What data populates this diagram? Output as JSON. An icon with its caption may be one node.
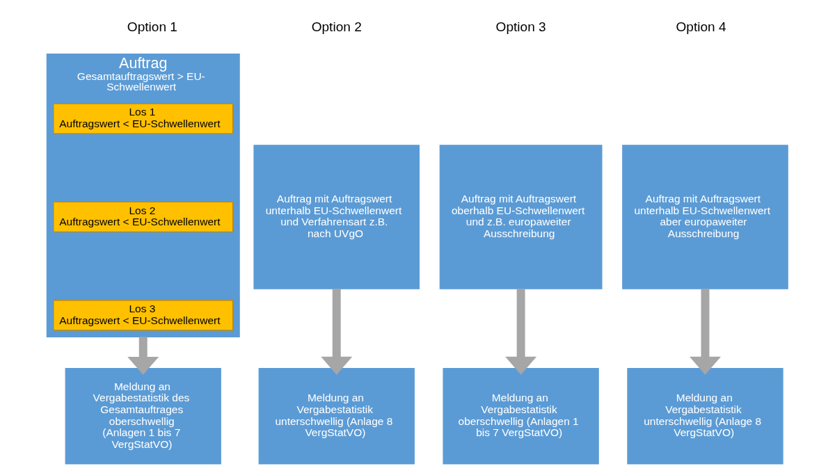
{
  "diagram": {
    "nodes": [
      {
        "text": [
          "Auftrag",
          "Gesamtauftragswert > EU-Schwellenwert"
        ]
      },
      {
        "text": [
          "Los 1",
          "Auftragswert < EU-Schwellenwert"
        ],
        "in": 0
      },
      {
        "text": [
          "Los 2",
          "Auftragswert < EU-Schwellenwert"
        ],
        "in": 0
      },
      {
        "text": [
          "Los 3",
          "Auftragswert < EU-Schwellenwert"
        ],
        "in": 0
      },
      {
        "text": [
          "Auftrag mit Auftragswert unterhalb EU-Schwellenwert und Verfahrensart z.B. nach UVgO"
        ]
      },
      {
        "text": [
          "Auftrag mit Auftragswert oberhalb EU-Schwellenwert und z.B. europaweiter Ausschreibung"
        ]
      },
      {
        "text": [
          "Auftrag mit Auftragswert unterhalb EU-Schwellenwert aber europaweiter Ausschreibung"
        ]
      },
      {
        "text": [
          "Meldung an Vergabestatistik des Gesamtauftrages oberschwellig",
          "(Anlagen 1 bis 7 VergStatVO)"
        ]
      },
      {
        "text": [
          "Meldung an Vergabestatistik unterschwellig (Anlage 8 VergStatVO)"
        ]
      },
      {
        "text": [
          "Meldung an Vergabestatistik oberschwellig (Anlagen 1 bis 7 VergStatVO)"
        ]
      },
      {
        "text": [
          "Meldung an Vergabestatistik unterschwellig (Anlage 8 VergStatVO)"
        ]
      }
    ],
    "edges": [
      {
        "from": 0,
        "to": 7,
        "arrow": "to"
      },
      {
        "from": 4,
        "to": 8,
        "arrow": "to"
      },
      {
        "from": 5,
        "to": 9,
        "arrow": "to"
      },
      {
        "from": 6,
        "to": 10,
        "arrow": "to"
      }
    ],
    "labels": [
      "Option 1",
      "Option 2",
      "Option 3",
      "Option 4"
    ]
  }
}
